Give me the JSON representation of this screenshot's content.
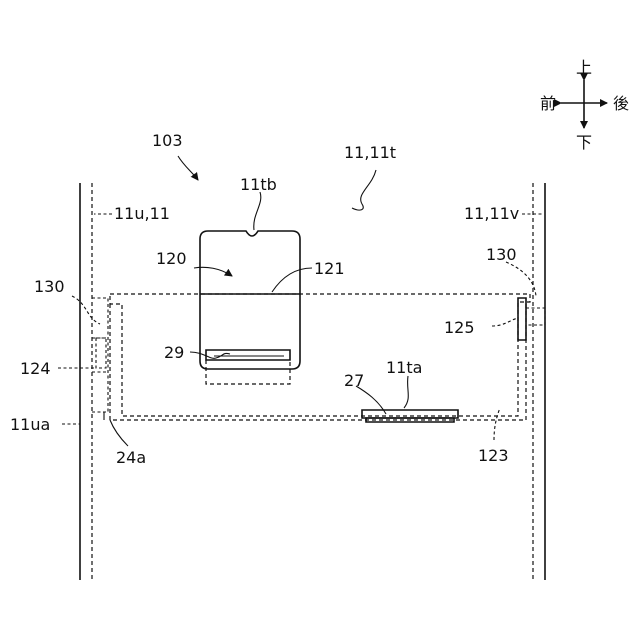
{
  "labels": {
    "ref_103": "103",
    "ref_11_11t": "11,11t",
    "ref_11tb": "11tb",
    "ref_11u_11": "11u,11",
    "ref_11_11v": "11,11v",
    "ref_120": "120",
    "ref_121": "121",
    "ref_130_left": "130",
    "ref_130_right": "130",
    "ref_125": "125",
    "ref_29": "29",
    "ref_124": "124",
    "ref_27": "27",
    "ref_11ta": "11ta",
    "ref_11ua": "11ua",
    "ref_24a": "24a",
    "ref_123": "123"
  },
  "direction": {
    "up": "上",
    "down": "下",
    "front": "前",
    "back": "後"
  }
}
